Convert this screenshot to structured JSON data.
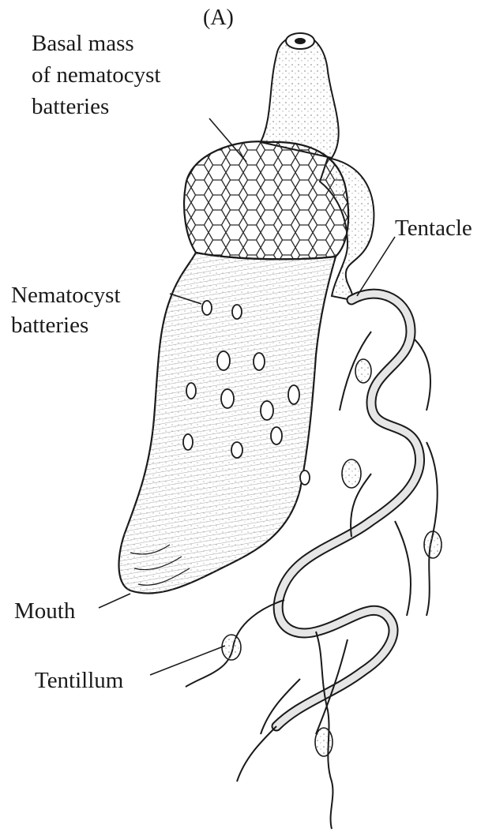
{
  "figure": {
    "panel_label": "(A)",
    "labels": {
      "basal_mass_line1": "Basal mass",
      "basal_mass_line2": "of nematocyst",
      "basal_mass_line3": "batteries",
      "tentacle": "Tentacle",
      "nematocyst_line1": "Nematocyst",
      "nematocyst_line2": "batteries",
      "mouth": "Mouth",
      "tentillum": "Tentillum"
    }
  },
  "colors": {
    "ink": "#1a1a1a",
    "stipple": "#b5b5b5",
    "background": "#ffffff"
  }
}
